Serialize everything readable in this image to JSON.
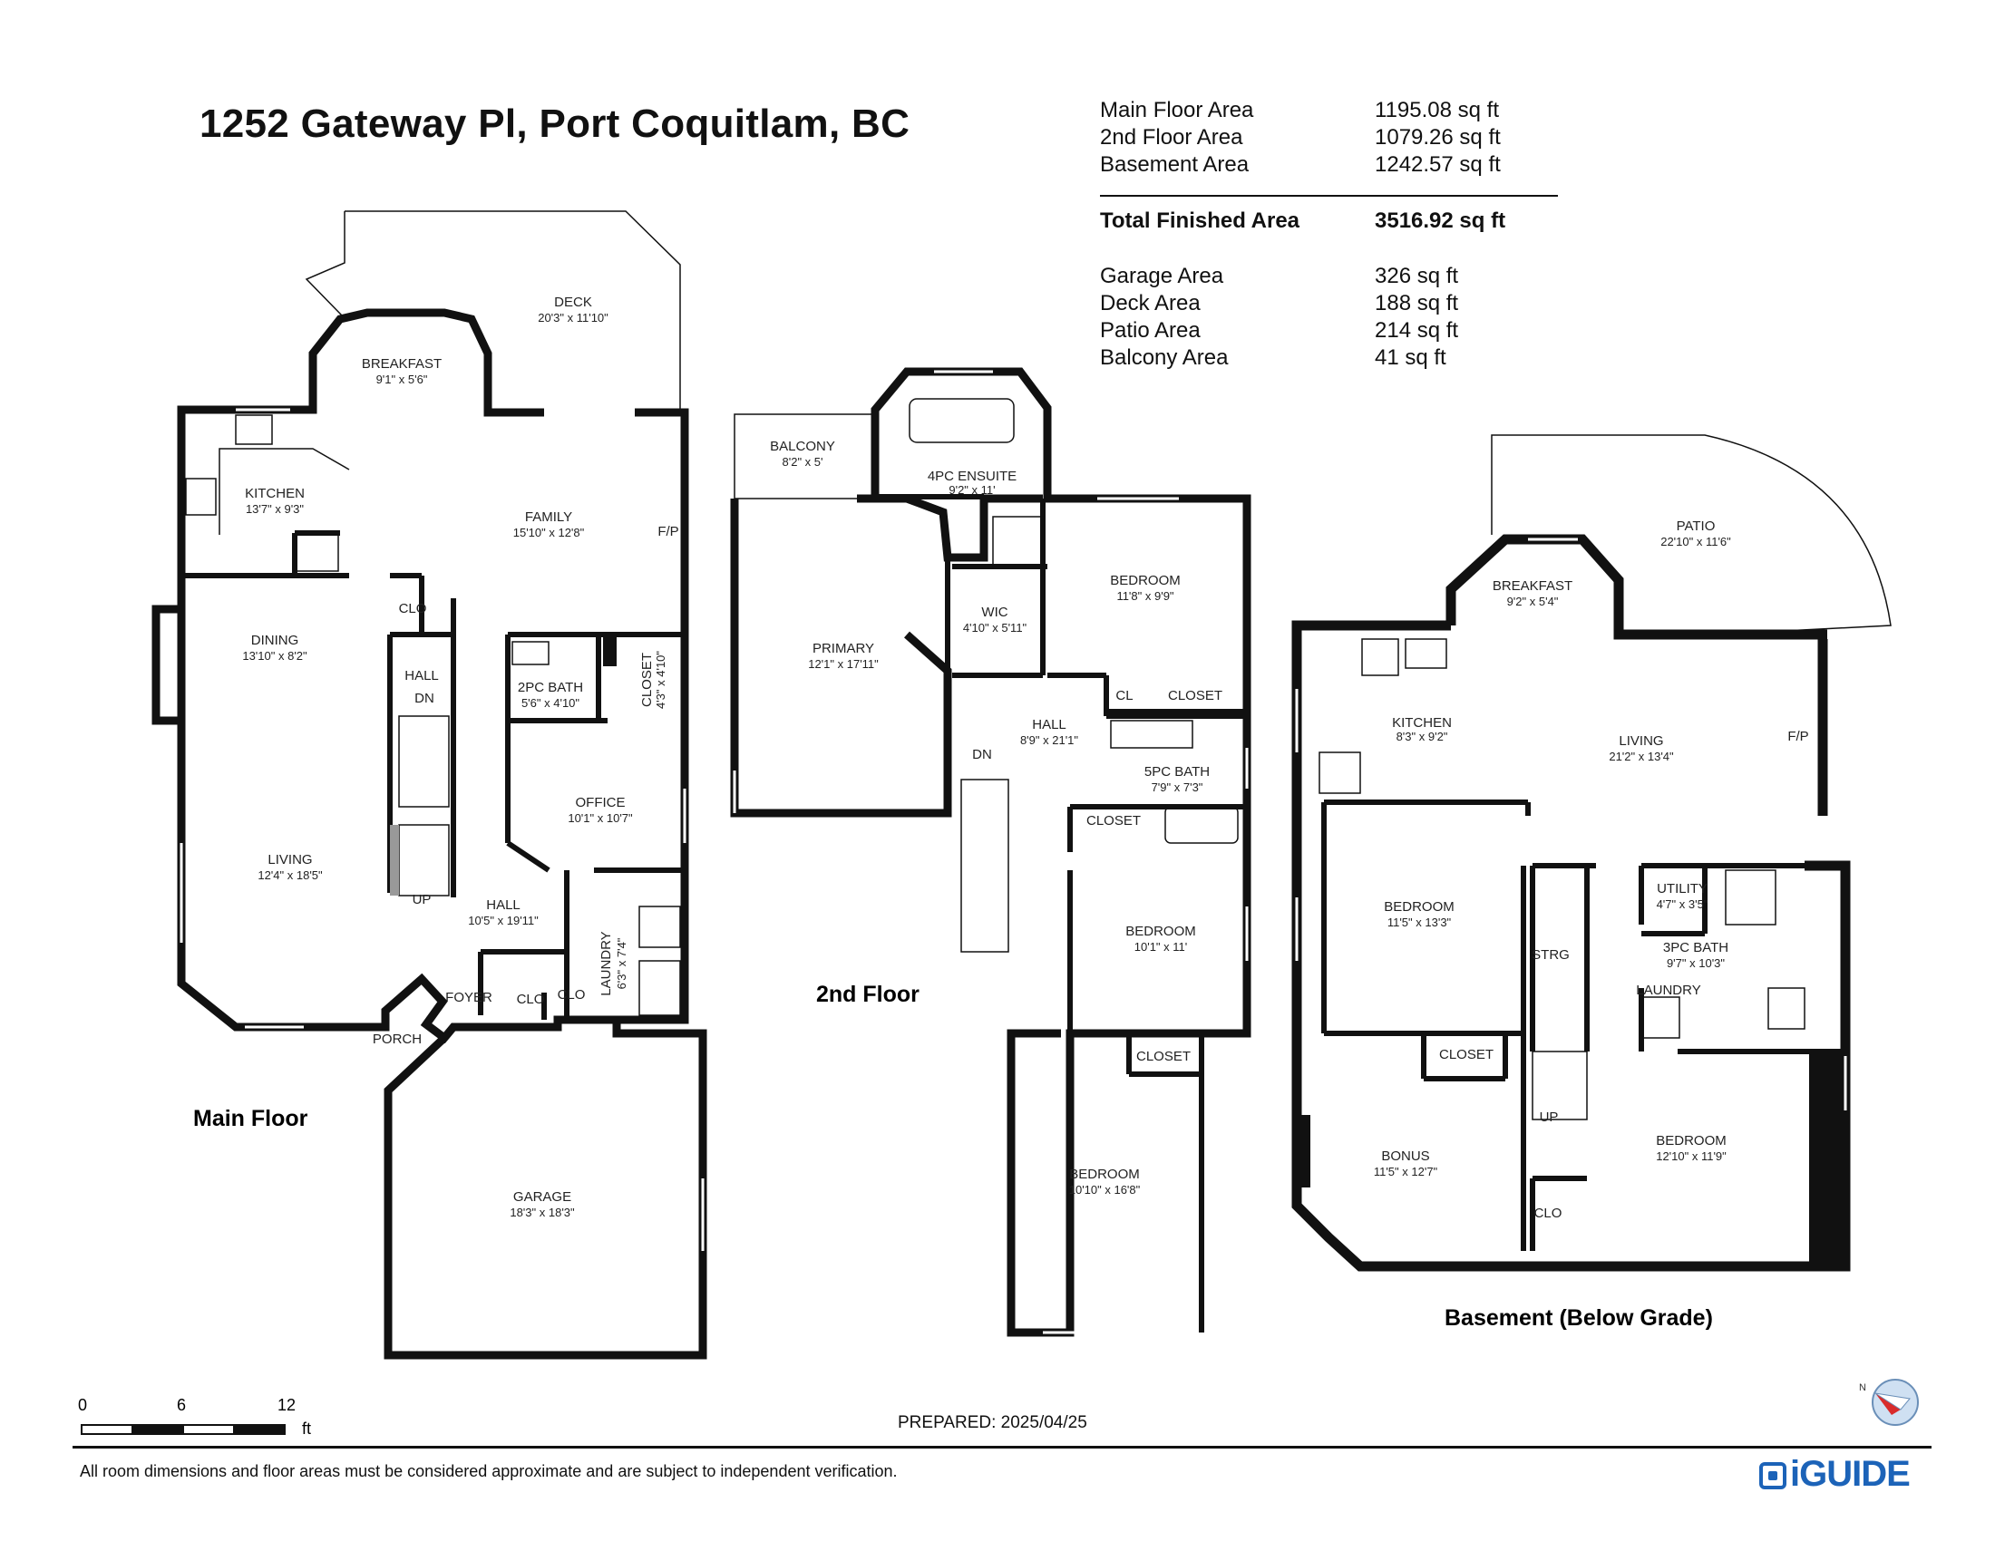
{
  "title": "1252 Gateway Pl, Port Coquitlam, BC",
  "areas": [
    {
      "label": "Main Floor Area",
      "value": "1195.08 sq ft"
    },
    {
      "label": "2nd Floor Area",
      "value": "1079.26 sq ft"
    },
    {
      "label": "Basement Area",
      "value": "1242.57 sq ft"
    }
  ],
  "total": {
    "label": "Total Finished Area",
    "value": "3516.92 sq ft"
  },
  "extra_areas": [
    {
      "label": "Garage Area",
      "value": "326 sq ft"
    },
    {
      "label": "Deck Area",
      "value": "188 sq ft"
    },
    {
      "label": "Patio Area",
      "value": "214 sq ft"
    },
    {
      "label": "Balcony Area",
      "value": "41 sq ft"
    }
  ],
  "floors": {
    "main": "Main Floor",
    "second": "2nd Floor",
    "basement": "Basement (Below Grade)"
  },
  "rooms_main": [
    {
      "name": "DECK",
      "dim": "20'3\" x 11'10\""
    },
    {
      "name": "BREAKFAST",
      "dim": "9'1\" x 5'6\""
    },
    {
      "name": "KITCHEN",
      "dim": "13'7\" x 9'3\""
    },
    {
      "name": "FAMILY",
      "dim": "15'10\" x 12'8\""
    },
    {
      "name": "DINING",
      "dim": "13'10\" x 8'2\""
    },
    {
      "name": "2PC BATH",
      "dim": "5'6\" x 4'10\""
    },
    {
      "name": "OFFICE",
      "dim": "10'1\" x 10'7\""
    },
    {
      "name": "LIVING",
      "dim": "12'4\" x 18'5\""
    },
    {
      "name": "HALL",
      "dim": "10'5\" x 19'11\""
    },
    {
      "name": "GARAGE",
      "dim": "18'3\" x 18'3\""
    }
  ],
  "labels_main": {
    "clo1": "CLO",
    "hall": "HALL",
    "dn": "DN",
    "up": "UP",
    "closet": "CLOSET",
    "closet_dim": "4'3\" x 4'10\"",
    "laundry": "LAUNDRY",
    "laundry_dim": "6'3\" x 7'4\"",
    "foyer": "FOYER",
    "clo2": "CLO",
    "clo3": "CLO",
    "porch": "PORCH",
    "fp": "F/P"
  },
  "rooms_second": [
    {
      "name": "BALCONY",
      "dim": "8'2\" x 5'"
    },
    {
      "name": "4PC ENSUITE",
      "dim": "9'2\" x 11'"
    },
    {
      "name": "BEDROOM",
      "dim": "11'8\" x 9'9\""
    },
    {
      "name": "PRIMARY",
      "dim": "12'1\" x 17'11\""
    },
    {
      "name": "WIC",
      "dim": "4'10\" x 5'11\""
    },
    {
      "name": "HALL",
      "dim": "8'9\" x 21'1\""
    },
    {
      "name": "5PC BATH",
      "dim": "7'9\" x 7'3\""
    },
    {
      "name": "BEDROOM",
      "dim": "10'1\" x 11'"
    },
    {
      "name": "BEDROOM",
      "dim": "10'10\" x 16'8\""
    }
  ],
  "labels_second": {
    "cl": "CL",
    "closet1": "CLOSET",
    "closet2": "CLOSET",
    "closet3": "CLOSET",
    "dn": "DN"
  },
  "rooms_basement": [
    {
      "name": "PATIO",
      "dim": "22'10\" x 11'6\""
    },
    {
      "name": "BREAKFAST",
      "dim": "9'2\" x 5'4\""
    },
    {
      "name": "KITCHEN",
      "dim": "8'3\" x 9'2\""
    },
    {
      "name": "LIVING",
      "dim": "21'2\" x 13'4\""
    },
    {
      "name": "BEDROOM",
      "dim": "11'5\" x 13'3\""
    },
    {
      "name": "UTILITY",
      "dim": "4'7\" x 3'5\""
    },
    {
      "name": "3PC BATH",
      "dim": "9'7\" x 10'3\""
    },
    {
      "name": "BONUS",
      "dim": "11'5\" x 12'7\""
    },
    {
      "name": "BEDROOM",
      "dim": "12'10\" x 11'9\""
    }
  ],
  "labels_basement": {
    "fp": "F/P",
    "strg": "STRG",
    "laundry": "LAUNDRY",
    "closet": "CLOSET",
    "up": "UP",
    "clo": "CLO"
  },
  "scale": {
    "ticks": [
      "0",
      "6",
      "12"
    ],
    "unit": "ft"
  },
  "compass": {
    "letter": "N"
  },
  "prepared": "PREPARED: 2025/04/25",
  "disclaimer": "All room dimensions and floor areas must be considered approximate and are subject to independent verification.",
  "brand": "iGUIDE"
}
